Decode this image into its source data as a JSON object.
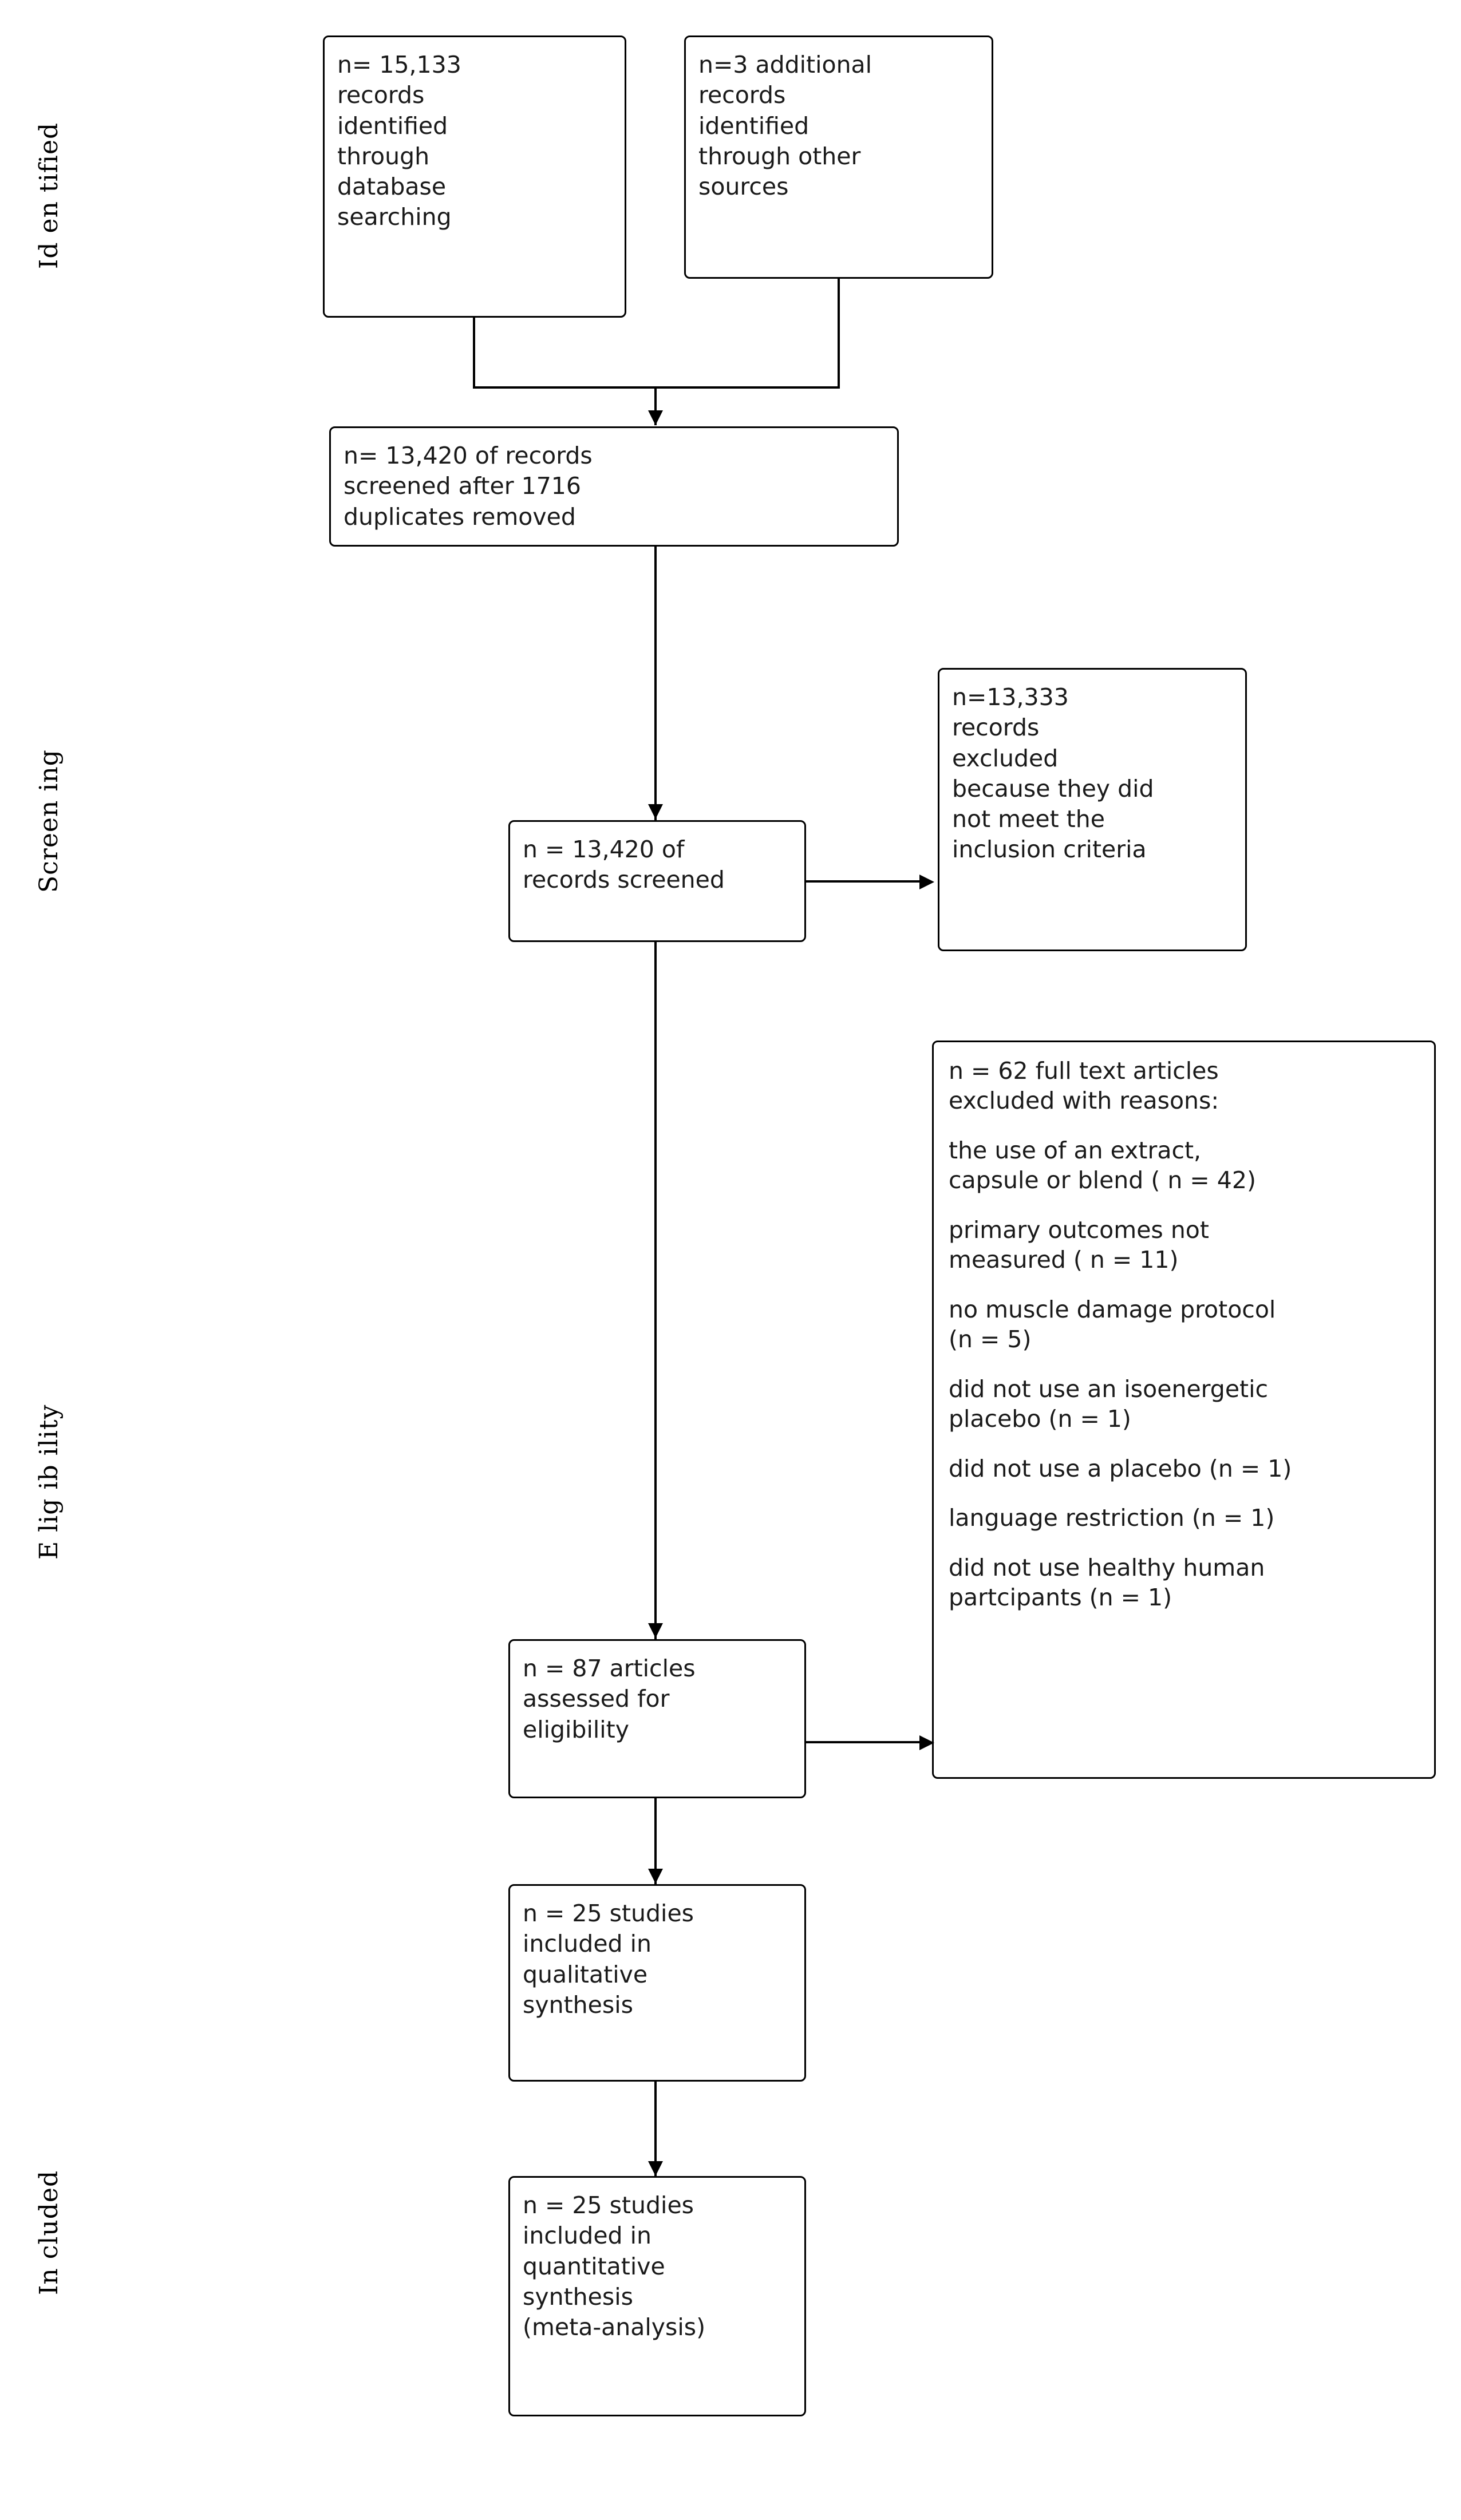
{
  "diagram": {
    "type": "prisma-flow-diagram",
    "stage_labels": [
      {
        "id": "identified",
        "text": "Id en tified"
      },
      {
        "id": "screening",
        "text": "Screen ing"
      },
      {
        "id": "eligibility",
        "text": "E lig ib ility"
      },
      {
        "id": "included",
        "text": "In cluded"
      }
    ],
    "boxes": {
      "database_records": {
        "id": "database-records",
        "text": "n= 15,133\nrecords\nidentified\nthrough\ndatabase\nsearching",
        "n": 15133
      },
      "other_records": {
        "id": "other-source-records",
        "text": "n=3 additional\nrecords\nidentified\nthrough other\nsources",
        "n": 3
      },
      "deduplicated": {
        "id": "records-after-duplicates-removed",
        "text": "n= 13,420 of records\nscreened after 1716\nduplicates removed",
        "n": 13420,
        "duplicates_removed": 1716
      },
      "records_screened": {
        "id": "records-screened",
        "text": "n = 13,420 of\nrecords screened",
        "n": 13420
      },
      "records_excluded": {
        "id": "records-excluded",
        "text": "n=13,333\nrecords\nexcluded\nbecause they did\nnot meet the\ninclusion criteria",
        "n": 13333
      },
      "fulltext_excluded": {
        "id": "full-text-articles-excluded",
        "heading": "n = 62 full text articles\nexcluded with reasons:",
        "n": 62,
        "reasons": [
          {
            "text": "the use of an extract,\ncapsule or blend ( n = 42)",
            "n": 42
          },
          {
            "text": "primary outcomes not\nmeasured ( n = 11)",
            "n": 11
          },
          {
            "text": "no muscle damage protocol\n(n = 5)",
            "n": 5
          },
          {
            "text": "did not use an isoenergetic\nplacebo (n = 1)",
            "n": 1
          },
          {
            "text": "did not use a placebo (n = 1)",
            "n": 1
          },
          {
            "text": "language restriction (n = 1)",
            "n": 1
          },
          {
            "text": "did not use healthy human\npartcipants (n = 1)",
            "n": 1
          }
        ]
      },
      "articles_assessed": {
        "id": "articles-assessed-for-eligibility",
        "text": "n = 87 articles\nassessed for\neligibility",
        "n": 87
      },
      "qualitative": {
        "id": "studies-in-qualitative-synthesis",
        "text": "n = 25 studies\nincluded in\nqualitative\nsynthesis",
        "n": 25
      },
      "quantitative": {
        "id": "studies-in-quantitative-synthesis",
        "text": "n = 25 studies\nincluded in\nquantitative\nsynthesis\n(meta-analysis)",
        "n": 25
      }
    },
    "colors": {
      "stroke": "#000000",
      "text": "#1a1a1a",
      "background": "#ffffff"
    }
  }
}
